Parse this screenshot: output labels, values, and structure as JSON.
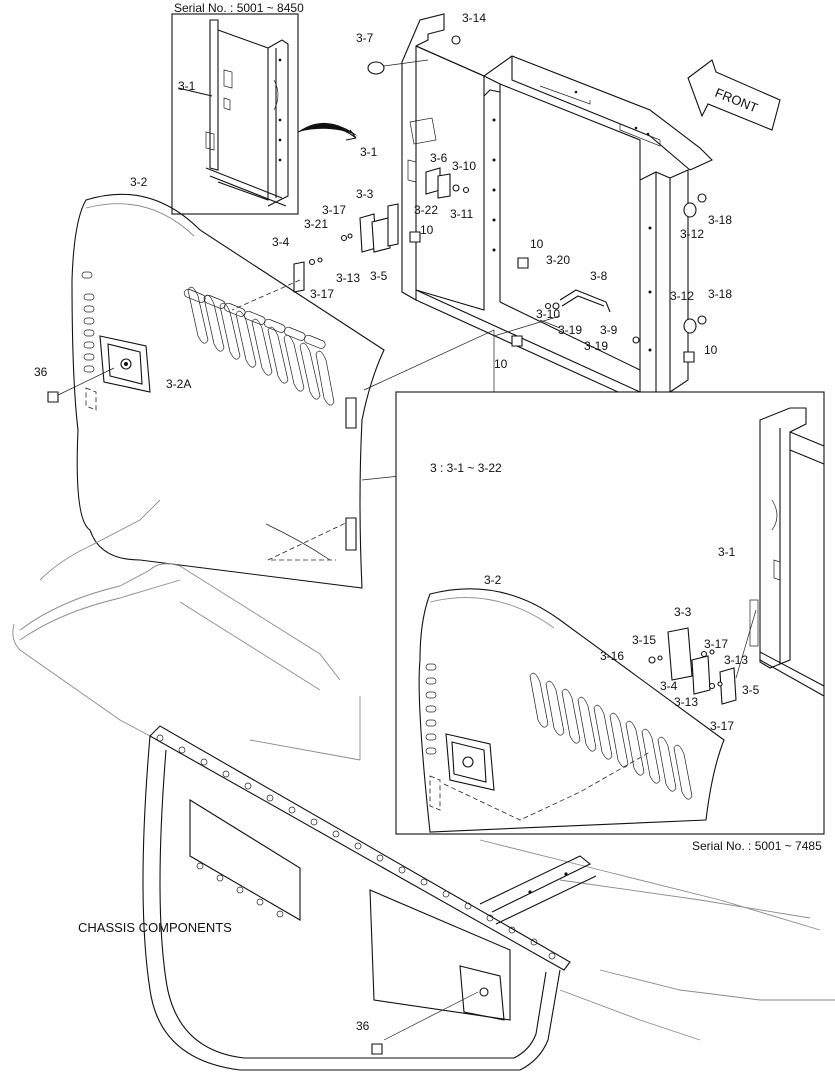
{
  "serial_top": "Serial No. : 5001 ~ 8450",
  "serial_bottom": "Serial No. : 5001 ~ 7485",
  "front": "FRONT",
  "caption": "CHASSIS COMPONENTS",
  "group_note": "3 : 3-1 ~ 3-22",
  "callouts": {
    "c1": "3-1",
    "c2": "3-1",
    "c3": "3-1",
    "c4": "3-2",
    "c5": "3-2",
    "c6": "3-2A",
    "c7": "3-3",
    "c8": "3-3",
    "c9": "3-4",
    "c10": "3-4",
    "c11": "3-5",
    "c12": "3-5",
    "c13": "3-6",
    "c14": "3-7",
    "c15": "3-8",
    "c16": "3-9",
    "c17": "3-10",
    "c18": "3-10",
    "c19": "3-11",
    "c20": "3-12",
    "c21": "3-12",
    "c22": "3-13",
    "c23": "3-13",
    "c24": "3-13",
    "c25": "3-14",
    "c26": "3-15",
    "c27": "3-16",
    "c28": "3-17",
    "c29": "3-17",
    "c30": "3-17",
    "c31": "3-17",
    "c32": "3-18",
    "c33": "3-18",
    "c34": "3-19",
    "c35": "3-19",
    "c36": "3-20",
    "c37": "3-21",
    "c38": "3-22",
    "c39": "10",
    "c40": "10",
    "c41": "10",
    "c42": "10",
    "c43": "36",
    "c44": "36"
  }
}
